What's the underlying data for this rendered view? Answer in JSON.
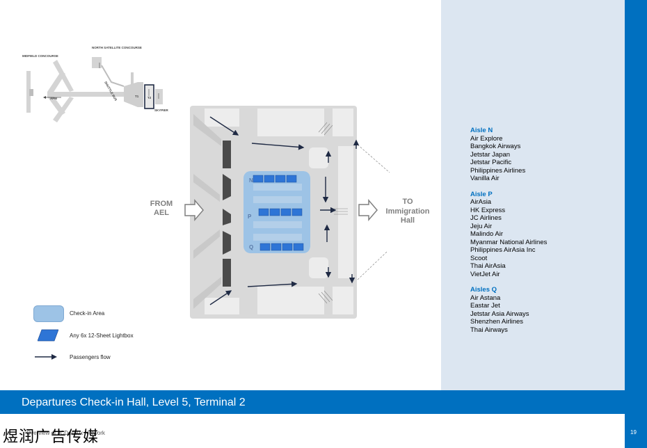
{
  "title": "Departures Check-in Hall, Level 5, Terminal 2",
  "footer_text": "Overview of JCDecaux Network",
  "watermark": "煜润广告传媒",
  "page_number": "19",
  "map": {
    "from_label_line1": "FROM",
    "from_label_line2": "AEL",
    "to_label_line1": "TO",
    "to_label_line2": "Immigration",
    "to_label_line3": "Hall",
    "aisle_letters": [
      "N",
      "P",
      "Q"
    ]
  },
  "overview": {
    "midfield": "MIDFIELD CONCOURSE",
    "north_satellite": "NORTH SATELLITE CONCOURSE",
    "apm": "APM",
    "shuttle_bus": "SHUTTLE BUS",
    "t1": "T1",
    "t2": "T2",
    "skypier": "SKYPIER"
  },
  "legend": {
    "checkin_area": "Check-in Area",
    "lightbox": "Any 6x 12-Sheet Lightbox",
    "passengers_flow": "Passengers flow"
  },
  "aisles": [
    {
      "heading": "Aisle N",
      "airlines": [
        "Air Explore",
        "Bangkok Airways",
        "Jetstar Japan",
        "Jetstar Pacific",
        "Philippines Airlines",
        "Vanilla Air"
      ]
    },
    {
      "heading": "Aisle P",
      "airlines": [
        "AirAsia",
        "HK Express",
        "JC Airlines",
        "Jeju Air",
        "Malindo Air",
        "Myanmar National Airlines",
        "Philippines AirAsia Inc",
        "Scoot",
        "Thai AirAsia",
        "VietJet Air"
      ]
    },
    {
      "heading": "Aisles Q",
      "airlines": [
        "Air Astana",
        "Eastar Jet",
        "Jetstar Asia Airways",
        "Shenzhen Airlines",
        "Thai Airways"
      ]
    }
  ],
  "colors": {
    "accent_blue": "#0070c0",
    "panel_bg": "#dce6f1",
    "checkin_area": "#9dc3e6",
    "lightbox": "#2e75d6",
    "floor": "#d9d9d9"
  }
}
